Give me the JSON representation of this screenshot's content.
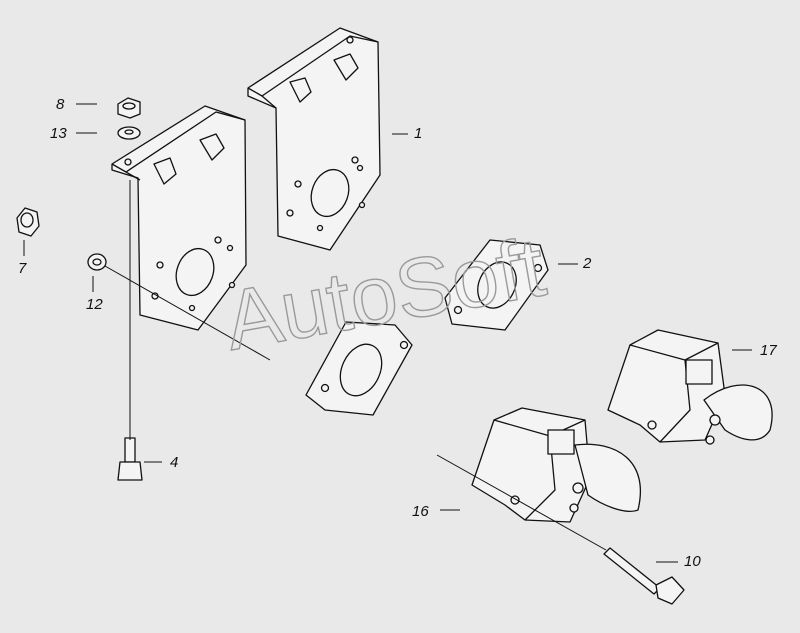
{
  "watermark": "AutoSoft",
  "callouts": {
    "c1": "1",
    "c2": "2",
    "c4": "4",
    "c7": "7",
    "c8": "8",
    "c10": "10",
    "c12": "12",
    "c13": "13",
    "c16": "16",
    "c17": "17"
  },
  "colors": {
    "background": "#e9e9e9",
    "line": "#111111",
    "part_fill": "#f4f4f4"
  }
}
